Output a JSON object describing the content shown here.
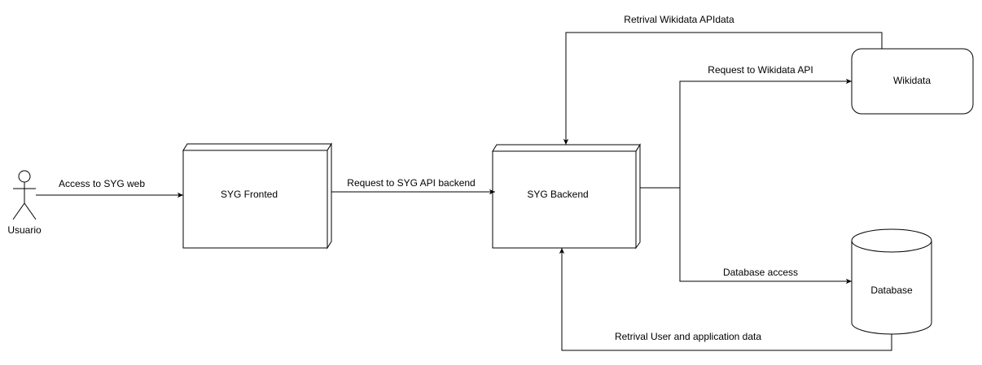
{
  "nodes": {
    "usuario": {
      "label": "Usuario"
    },
    "frontend": {
      "label": "SYG Fronted"
    },
    "backend": {
      "label": "SYG Backend"
    },
    "wikidata": {
      "label": "Wikidata"
    },
    "database": {
      "label": "Database"
    }
  },
  "edges": {
    "access_web": {
      "label": "Access to SYG web"
    },
    "request_backend": {
      "label": "Request to SYG API backend"
    },
    "request_wikidata": {
      "label": "Request to Wikidata API"
    },
    "retrival_wikidata": {
      "label": "Retrival Wikidata APIdata"
    },
    "database_access": {
      "label": "Database access"
    },
    "retrival_user": {
      "label": "Retrival User and application data"
    }
  },
  "colors": {
    "stroke": "#000000",
    "fill": "#ffffff",
    "text": "#000000"
  }
}
